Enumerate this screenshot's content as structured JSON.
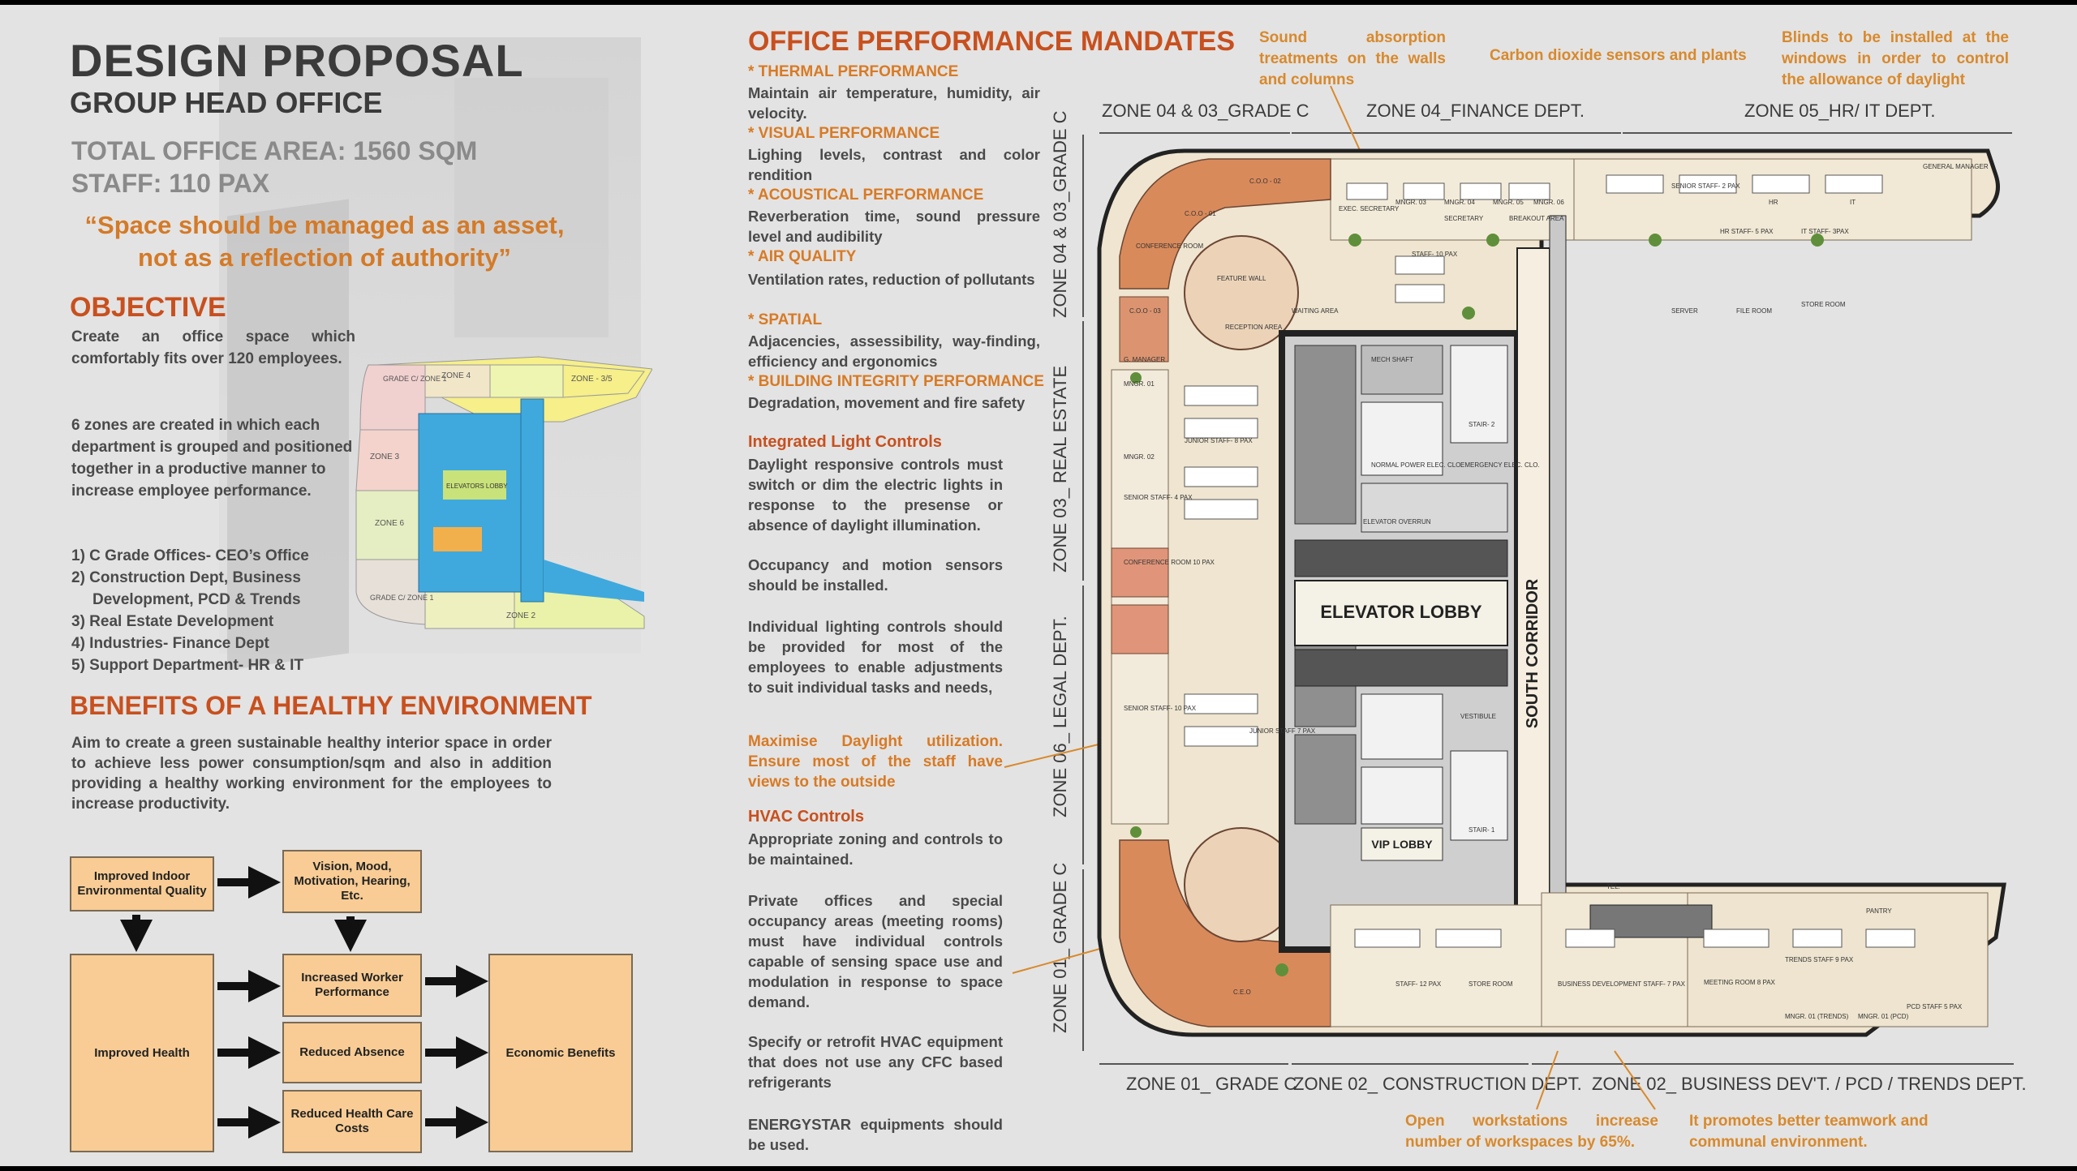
{
  "left": {
    "title": "DESIGN PROPOSAL",
    "subtitle": "GROUP HEAD OFFICE",
    "area": "TOTAL OFFICE AREA: 1560 SQM",
    "staff": "STAFF: 110 PAX",
    "quote_line1": "“Space should be managed as an asset,",
    "quote_line2": "not as a reflection of authority”",
    "objective_heading": "OBJECTIVE",
    "objective_p1": "Create an office space which comfortably fits over 120 employees.",
    "objective_p2": "6 zones are created in which each department is grouped and positioned together in a productive manner to increase employee performance.",
    "objective_list": [
      "1) C Grade Offices- CEO’s Office",
      "2) Construction Dept, Business",
      "Development, PCD & Trends",
      "3) Real Estate Development",
      "4) Industries- Finance Dept",
      "5) Support Department- HR & IT"
    ],
    "benefits_heading": "BENEFITS OF A HEALTHY ENVIRONMENT",
    "benefits_p": "Aim to create a green sustainable healthy interior space in order to achieve less power consumption/sqm and also in addition providing a healthy working environment for the employees to increase productivity.",
    "mini_plan_labels": {
      "grade_c_zone1_top": "GRADE C/ ZONE 1",
      "zone4": "ZONE 4",
      "zone35": "ZONE - 3/5",
      "zone3": "ZONE 3",
      "zone6": "ZONE 6",
      "grade_c_zone1_bottom": "GRADE C/ ZONE 1",
      "zone2": "ZONE 2",
      "core": "ELEVATORS LOBBY"
    }
  },
  "flow": {
    "indoor": "Improved Indoor Environmental Quality",
    "vision": "Vision, Mood, Motivation, Hearing, Etc.",
    "health": "Improved Health",
    "worker": "Increased Worker Performance",
    "absence": "Reduced Absence",
    "costs": "Reduced Health Care Costs",
    "economic": "Economic Benefits"
  },
  "middle": {
    "heading": "OFFICE PERFORMANCE MANDATES",
    "sections": [
      {
        "title": "* THERMAL PERFORMANCE",
        "text": "Maintain air temperature, humidity, air velocity."
      },
      {
        "title": "* VISUAL PERFORMANCE",
        "text": "Lighing levels, contrast and color rendition"
      },
      {
        "title": "* ACOUSTICAL PERFORMANCE",
        "text": "Reverberation time, sound pressure level and audibility"
      },
      {
        "title": "* AIR QUALITY",
        "text": "Ventilation rates, reduction of pollutants"
      },
      {
        "title": "* SPATIAL",
        "text": "Adjacencies, assessibility, way-finding, efficiency and ergonomics"
      },
      {
        "title": "* BUILDING INTEGRITY PERFORMANCE",
        "text": "Degradation, movement and fire safety"
      }
    ],
    "light_heading": "Integrated Light Controls",
    "light_p1": "Daylight responsive controls must switch or dim the electric lights in response to the presense or absence of daylight illumination.",
    "light_p2": "Occupancy and motion sensors should be installed.",
    "light_p3": "Individual lighting controls should be provided for most of the employees to enable adjustments to suit individual tasks and needs,",
    "daylight": "Maximise Daylight utilization. Ensure most of the staff have views to the outside",
    "hvac_heading": "HVAC Controls",
    "hvac_p1": "Appropriate zoning and controls to be maintained.",
    "hvac_p2": "Private offices and special occupancy areas (meeting rooms) must have individual controls capable of sensing space use and modulation in response to space demand.",
    "hvac_p3": "Specify or retrofit HVAC equipment that does not use any CFC based refrigerants",
    "hvac_p4": "ENERGYSTAR equipments should be used."
  },
  "notes": {
    "sound": "Sound absorption treatments on the walls and columns",
    "co2": "Carbon dioxide sensors and plants",
    "blinds": "Blinds to be installed at the windows in order to control the allowance of daylight",
    "open": "Open workstations increase number of workspaces by 65%.",
    "team": "It promotes better teamwork and communal environment."
  },
  "zones": {
    "top1": "ZONE 04 & 03_GRADE C",
    "top2": "ZONE 04_FINANCE DEPT.",
    "top3": "ZONE 05_HR/ IT DEPT.",
    "left1": "ZONE 04 & 03_GRADE C",
    "left2": "ZONE 03_ REAL ESTATE",
    "left3": "ZONE 06_ LEGAL DEPT.",
    "left4": "ZONE 01_ GRADE C",
    "bot1": "ZONE 01_ GRADE C",
    "bot2": "ZONE 02_ CONSTRUCTION DEPT.",
    "bot3": "ZONE 02_ BUSINESS DEV'T. / PCD / TRENDS DEPT."
  },
  "plan": {
    "elevator_lobby": "ELEVATOR LOBBY",
    "south_corridor": "SOUTH CORRIDOR",
    "vip_lobby": "VIP LOBBY",
    "rooms": [
      "C.O.O - 01",
      "C.O.O - 02",
      "C.O.O - 03",
      "CONFERENCE ROOM",
      "FEATURE WALL",
      "WAITING AREA",
      "RECEPTION AREA",
      "G. MANAGER",
      "MNGR. 01",
      "MNGR. 02",
      "MNGR. 03",
      "MNGR. 04",
      "MNGR. 05",
      "MNGR. 06",
      "EXEC. SECRETARY",
      "SECRETARY",
      "BREAKOUT AREA",
      "STAFF- 10 PAX",
      "HR STAFF- 5 PAX",
      "IT STAFF- 3PAX",
      "GENERAL MANAGER",
      "SENIOR STAFF- 2 PAX",
      "HR",
      "IT",
      "SERVER",
      "FILE ROOM",
      "STORE ROOM",
      "JUNIOR STAFF- 8 PAX",
      "SENIOR STAFF- 4 PAX",
      "CONFERENCE ROOM 10 PAX",
      "SENIOR STAFF- 10 PAX",
      "JUNIOR STAFF 7 PAX",
      "MECH SHAFT",
      "ELEVATOR OVERRUN",
      "STAIR- 2",
      "STAIR- 1",
      "NORMAL POWER ELEC. CLO.",
      "EMERGENCY ELEC. CLO.",
      "VESTIBULE",
      "C.E.O",
      "STAFF- 12 PAX",
      "BUSINESS DEVELOPMENT STAFF- 7 PAX",
      "MEETING ROOM 8 PAX",
      "TRENDS STAFF 9 PAX",
      "PCD STAFF 5 PAX",
      "MNGR. 01 (TRENDS)",
      "MNGR. 01 (PCD)",
      "STORE ROOM",
      "TEL.",
      "PANTRY"
    ]
  }
}
